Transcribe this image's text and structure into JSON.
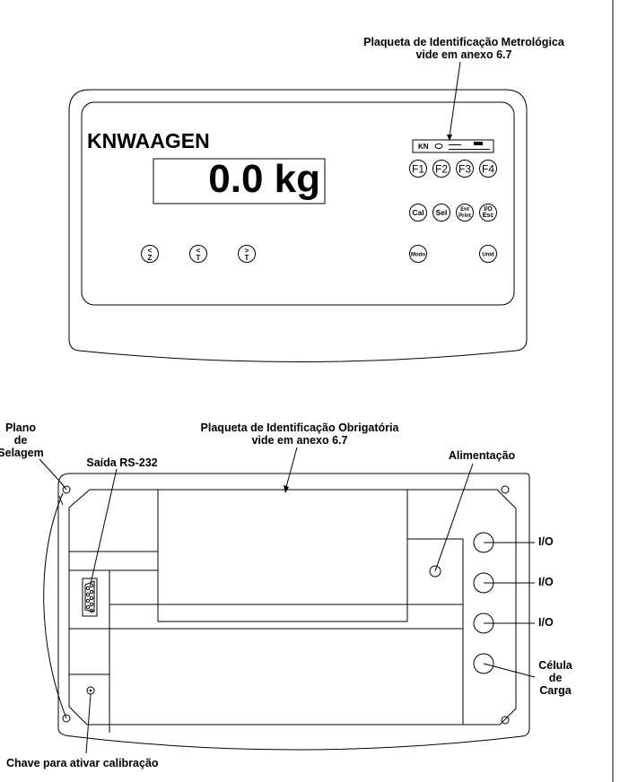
{
  "front": {
    "plate_label_line1": "Plaqueta de Identificação Metrológica",
    "plate_label_line2": "vide em anexo 6.7",
    "brand": "KNWAAGEN",
    "display_value": "0.0 kg",
    "plate_brand": "KN",
    "function_keys": [
      "F1",
      "F2",
      "F3",
      "F4"
    ],
    "keys_row2": [
      {
        "top": "Cal",
        "bottom": ""
      },
      {
        "top": "Sel",
        "bottom": ""
      },
      {
        "top": "Ent",
        "bottom": "Print"
      },
      {
        "top": "I/O",
        "bottom": "Esc"
      }
    ],
    "indicators": [
      {
        "top": "<",
        "bottom": "Z"
      },
      {
        "top": "<",
        "bottom": "T"
      },
      {
        "top": ">",
        "bottom": "T"
      }
    ],
    "modo_key": "Modo",
    "unid_key": "Unid"
  },
  "rear": {
    "plano_line1": "Plano",
    "plano_line2": "de",
    "plano_line3": "Selagem",
    "plate_label_line1": "Plaqueta de Identificação Obrigatória",
    "plate_label_line2": "vide em anexo 6.7",
    "rs232_label": "Saída RS-232",
    "power_label": "Alimentação",
    "io_labels": [
      "I/O",
      "I/O",
      "I/O"
    ],
    "load_cell_line1": "Célula",
    "load_cell_line2": "de",
    "load_cell_line3": "Carga",
    "calibration_label": "Chave para ativar calibração"
  }
}
